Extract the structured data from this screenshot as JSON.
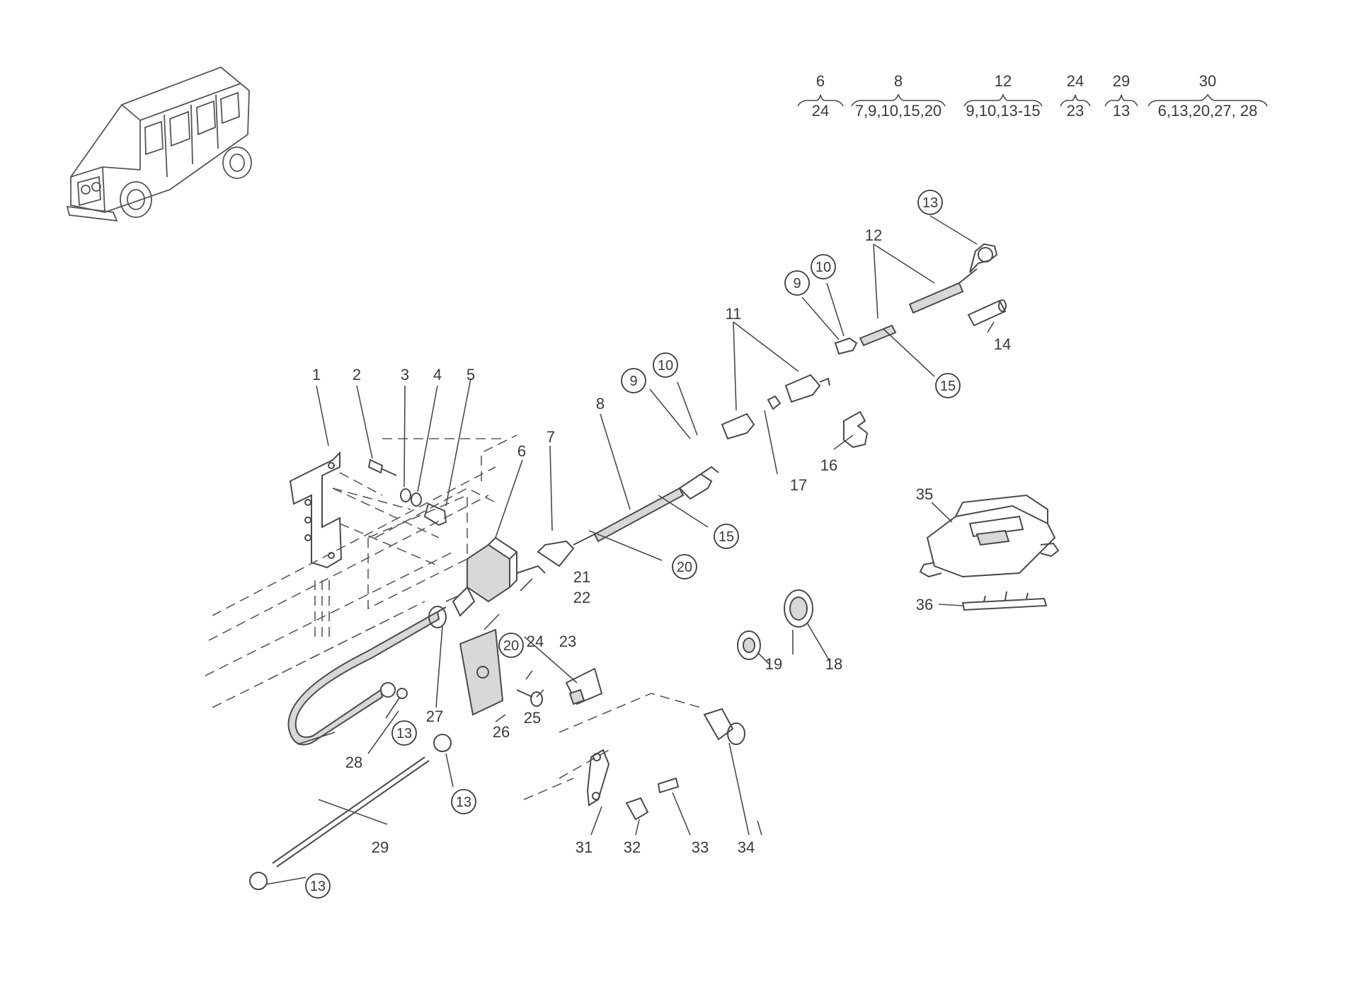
{
  "legend": [
    {
      "part": "6",
      "includes": "24"
    },
    {
      "part": "8",
      "includes": "7,9,10,15,20"
    },
    {
      "part": "12",
      "includes": "9,10,13-15"
    },
    {
      "part": "24",
      "includes": "23"
    },
    {
      "part": "29",
      "includes": "13"
    },
    {
      "part": "30",
      "includes": "6,13,20,27, 28"
    }
  ],
  "callouts": {
    "p1": "1",
    "p2": "2",
    "p3": "3",
    "p4": "4",
    "p5": "5",
    "p6": "6",
    "p7": "7",
    "p8": "8",
    "p9a": "9",
    "p10a": "10",
    "p9b": "9",
    "p10b": "10",
    "p11": "11",
    "p12": "12",
    "p13a": "13",
    "p13b": "13",
    "p13c": "13",
    "p13d": "13",
    "p14": "14",
    "p15a": "15",
    "p15b": "15",
    "p16": "16",
    "p17": "17",
    "p18": "18",
    "p19": "19",
    "p20a": "20",
    "p20b": "20",
    "p21": "21",
    "p22": "22",
    "p23": "23",
    "p24": "24",
    "p25": "25",
    "p26": "26",
    "p27": "27",
    "p28": "28",
    "p29": "29",
    "p31": "31",
    "p32": "32",
    "p33": "33",
    "p34": "34",
    "p35": "35",
    "p36": "36"
  }
}
